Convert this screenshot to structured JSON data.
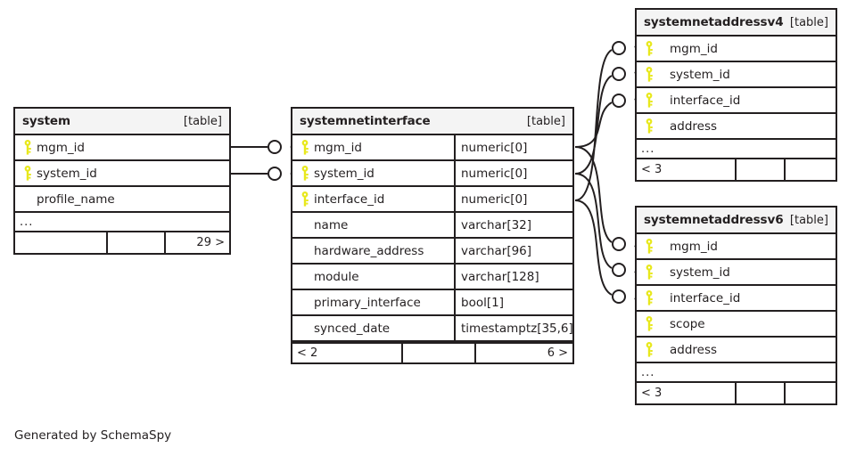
{
  "diagram": {
    "generator_note": "Generated by SchemaSpy",
    "table_tag": "[table]",
    "ellipsis": "...",
    "key_icon": "key-icon"
  },
  "tables": {
    "system": {
      "name": "system",
      "tag": "[table]",
      "columns": [
        {
          "name": "mgm_id",
          "key": true,
          "type": ""
        },
        {
          "name": "system_id",
          "key": true,
          "type": ""
        },
        {
          "name": "profile_name",
          "key": false,
          "type": ""
        }
      ],
      "more": "...",
      "footer": {
        "left": "",
        "middle": "",
        "right": "29 >"
      }
    },
    "systemnetinterface": {
      "name": "systemnetinterface",
      "tag": "[table]",
      "columns": [
        {
          "name": "mgm_id",
          "key": true,
          "type": "numeric[0]"
        },
        {
          "name": "system_id",
          "key": true,
          "type": "numeric[0]"
        },
        {
          "name": "interface_id",
          "key": true,
          "type": "numeric[0]"
        },
        {
          "name": "name",
          "key": false,
          "type": "varchar[32]"
        },
        {
          "name": "hardware_address",
          "key": false,
          "type": "varchar[96]"
        },
        {
          "name": "module",
          "key": false,
          "type": "varchar[128]"
        },
        {
          "name": "primary_interface",
          "key": false,
          "type": "bool[1]"
        },
        {
          "name": "synced_date",
          "key": false,
          "type": "timestamptz[35,6]"
        }
      ],
      "more": "",
      "footer": {
        "left": "< 2",
        "middle": "",
        "right": "6 >"
      }
    },
    "systemnetaddressv4": {
      "name": "systemnetaddressv4",
      "tag": "[table]",
      "columns": [
        {
          "name": "mgm_id",
          "key": true,
          "type": ""
        },
        {
          "name": "system_id",
          "key": true,
          "type": ""
        },
        {
          "name": "interface_id",
          "key": true,
          "type": ""
        },
        {
          "name": "address",
          "key": true,
          "type": ""
        }
      ],
      "more": "...",
      "footer": {
        "left": "< 3",
        "middle": "",
        "right": ""
      }
    },
    "systemnetaddressv6": {
      "name": "systemnetaddressv6",
      "tag": "[table]",
      "columns": [
        {
          "name": "mgm_id",
          "key": true,
          "type": ""
        },
        {
          "name": "system_id",
          "key": true,
          "type": ""
        },
        {
          "name": "interface_id",
          "key": true,
          "type": ""
        },
        {
          "name": "scope",
          "key": true,
          "type": ""
        },
        {
          "name": "address",
          "key": true,
          "type": ""
        }
      ],
      "more": "...",
      "footer": {
        "left": "< 3",
        "middle": "",
        "right": ""
      }
    }
  },
  "colors": {
    "key": "#e8e81c",
    "line": "#231f20",
    "header_bg": "#f4f4f4",
    "background": "#ffffff"
  }
}
